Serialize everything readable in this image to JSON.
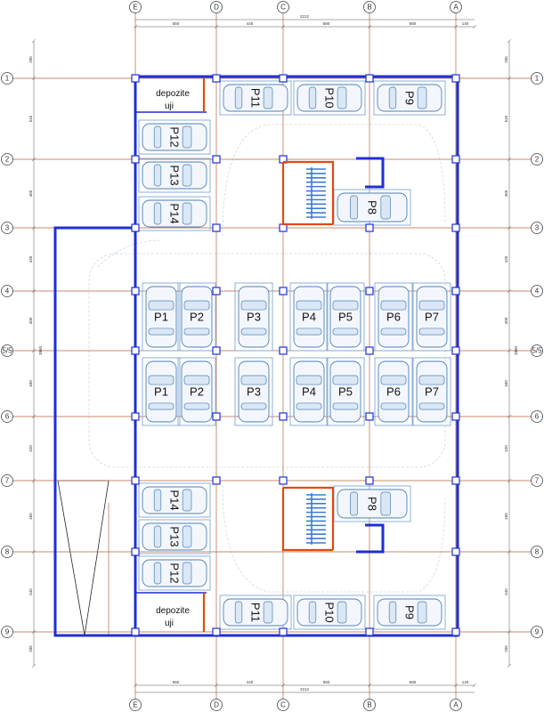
{
  "grid": {
    "columns": [
      "E",
      "D",
      "C",
      "B",
      "A"
    ],
    "rows": [
      "1",
      "2",
      "3",
      "4",
      "5/5",
      "6",
      "7",
      "8",
      "9"
    ]
  },
  "dimensions": {
    "horizontal_total": "2212",
    "horizontal_segments": [
      "550",
      "440",
      "580",
      "580",
      "140"
    ],
    "vertical_left": [
      "205",
      "545",
      "465",
      "420",
      "400",
      "400",
      "420",
      "465",
      "545",
      "205"
    ],
    "vertical_total": "3860"
  },
  "parking": {
    "bay_labels": [
      "P1",
      "P2",
      "P3",
      "P4",
      "P5",
      "P6",
      "P7",
      "P8",
      "P9",
      "P10",
      "P11",
      "P12",
      "P13",
      "P14"
    ]
  },
  "rooms": {
    "storage_line1": "depozite",
    "storage_line2": "uji"
  },
  "colors": {
    "walls": "#1e2fd4",
    "stairs": "#e04a10",
    "grid": "#b5653d",
    "cars": "#4b7fb5"
  }
}
